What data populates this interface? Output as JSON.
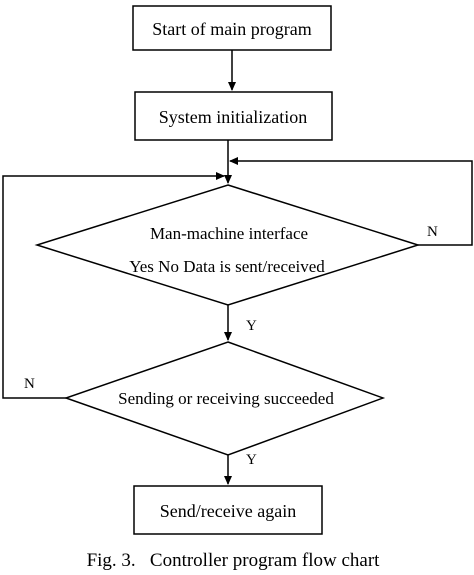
{
  "diagram": {
    "nodes": {
      "start": {
        "label": "Start of main program"
      },
      "init": {
        "label": "System initialization"
      },
      "decision1": {
        "line1": "Man-machine interface",
        "line2": "Yes No Data is sent/received"
      },
      "decision2": {
        "label": "Sending or receiving succeeded"
      },
      "end": {
        "label": "Send/receive again"
      }
    },
    "edges": {
      "d1_no": "N",
      "d1_yes": "Y",
      "d2_no": "N",
      "d2_yes": "Y"
    },
    "caption": "Fig. 3.   Controller program flow chart"
  }
}
